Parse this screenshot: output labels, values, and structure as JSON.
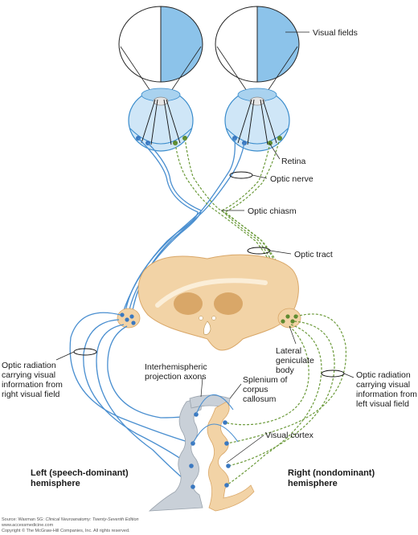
{
  "labels": {
    "visual_fields": "Visual fields",
    "retina": "Retina",
    "optic_nerve": "Optic nerve",
    "optic_chiasm": "Optic chiasm",
    "optic_tract": "Optic tract",
    "lateral_geniculate": [
      "Lateral",
      "geniculate",
      "body"
    ],
    "optic_radiation_left": [
      "Optic radiation",
      "carrying visual",
      "information from",
      "right visual field"
    ],
    "optic_radiation_right": [
      "Optic radiation",
      "carrying visual",
      "information from",
      "left visual field"
    ],
    "interhemispheric": [
      "Interhemispheric",
      "projection axons"
    ],
    "splenium": [
      "Splenium of",
      "corpus",
      "callosum"
    ],
    "visual_cortex": "Visual cortex",
    "left_hemisphere": [
      "Left (speech-dominant)",
      "hemisphere"
    ],
    "right_hemisphere": [
      "Right (nondominant)",
      "hemisphere"
    ]
  },
  "source": {
    "line1_prefix": "Source: Waxman SG: ",
    "line1_title": "Clinical Neuroanatomy: Twenty-Seventh Edition",
    "line2": "www.accessmedicine.com",
    "line3": "Copyright © The McGraw-Hill Companies, Inc. All rights reserved."
  },
  "colors": {
    "visual_field_blue": "#8cc3ea",
    "eye_fill": "#cfe6f7",
    "eye_stroke": "#3a8ccc",
    "left_pathway_blue": "#4a8fd0",
    "right_pathway_green": "#6b9a3a",
    "brain_tan": "#f2d3a6",
    "brain_tan_dark": "#d9a768",
    "left_cortex_gray": "#c9d0d8"
  }
}
